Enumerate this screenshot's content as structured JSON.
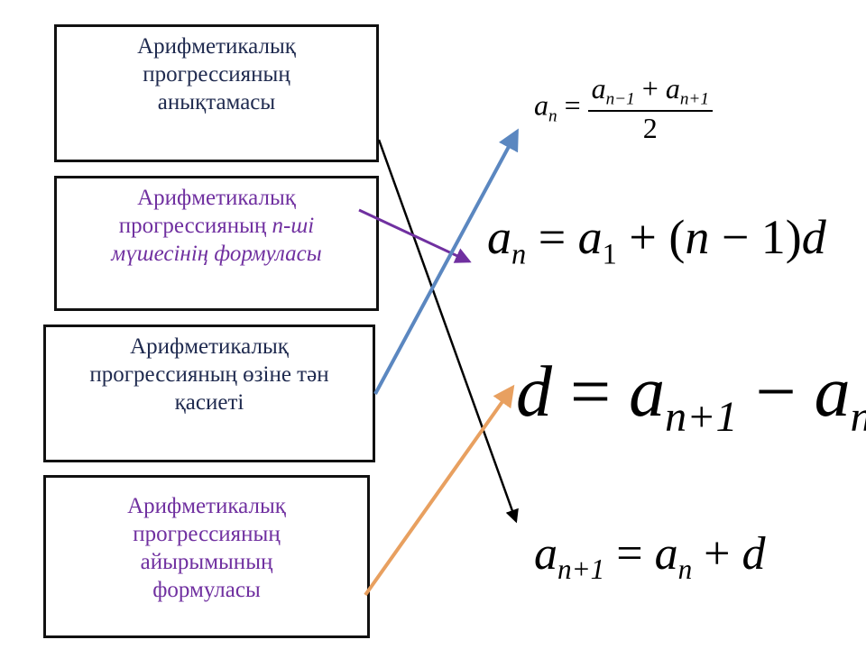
{
  "boxes": [
    {
      "line1": "Арифметикалық",
      "line2": "прогрессияның",
      "line3": "анықтамасы",
      "color": "#1f2a4f"
    },
    {
      "line1": "Арифметикалық",
      "line2a": "прогрессияның ",
      "line2b": "n-ші",
      "line3": "мүшесінің формуласы",
      "color": "#7030a0"
    },
    {
      "line1": "Арифметикалық",
      "line2": "прогрессияның өзіне тән",
      "line3": "қасиеті",
      "color": "#1f2a4f"
    },
    {
      "line1": "Арифметикалық",
      "line2": "прогрессияның",
      "line3": "айырымының",
      "line4": "формуласы",
      "color": "#7030a0"
    }
  ],
  "formulas": {
    "f1": {
      "a": "a",
      "n": "n",
      "eq": " = ",
      "num": "a",
      "num_sub1": "n−1",
      "plus": " + ",
      "num2": "a",
      "num_sub2": "n+1",
      "den": "2"
    },
    "f2": {
      "lhs": "a",
      "lhs_sub": "n",
      "rest1": " = ",
      "a1": "a",
      "a1_sub": "1",
      "rest2": " + (",
      "n": "n",
      "rest3": " − 1)",
      "d": "d"
    },
    "f3": {
      "d": "d",
      "eq": " = ",
      "a": "a",
      "a_sub": "n+1",
      "minus": " − ",
      "a2": "a",
      "a2_sub": "n"
    },
    "f4": {
      "a": "a",
      "a_sub": "n+1",
      "eq": " = ",
      "a2": "a",
      "a2_sub": "n",
      "plus": " + ",
      "d": "d"
    }
  },
  "arrow_colors": {
    "black": "#000000",
    "purple": "#7030a0",
    "blue": "#5b87c0",
    "orange": "#e8a060"
  }
}
